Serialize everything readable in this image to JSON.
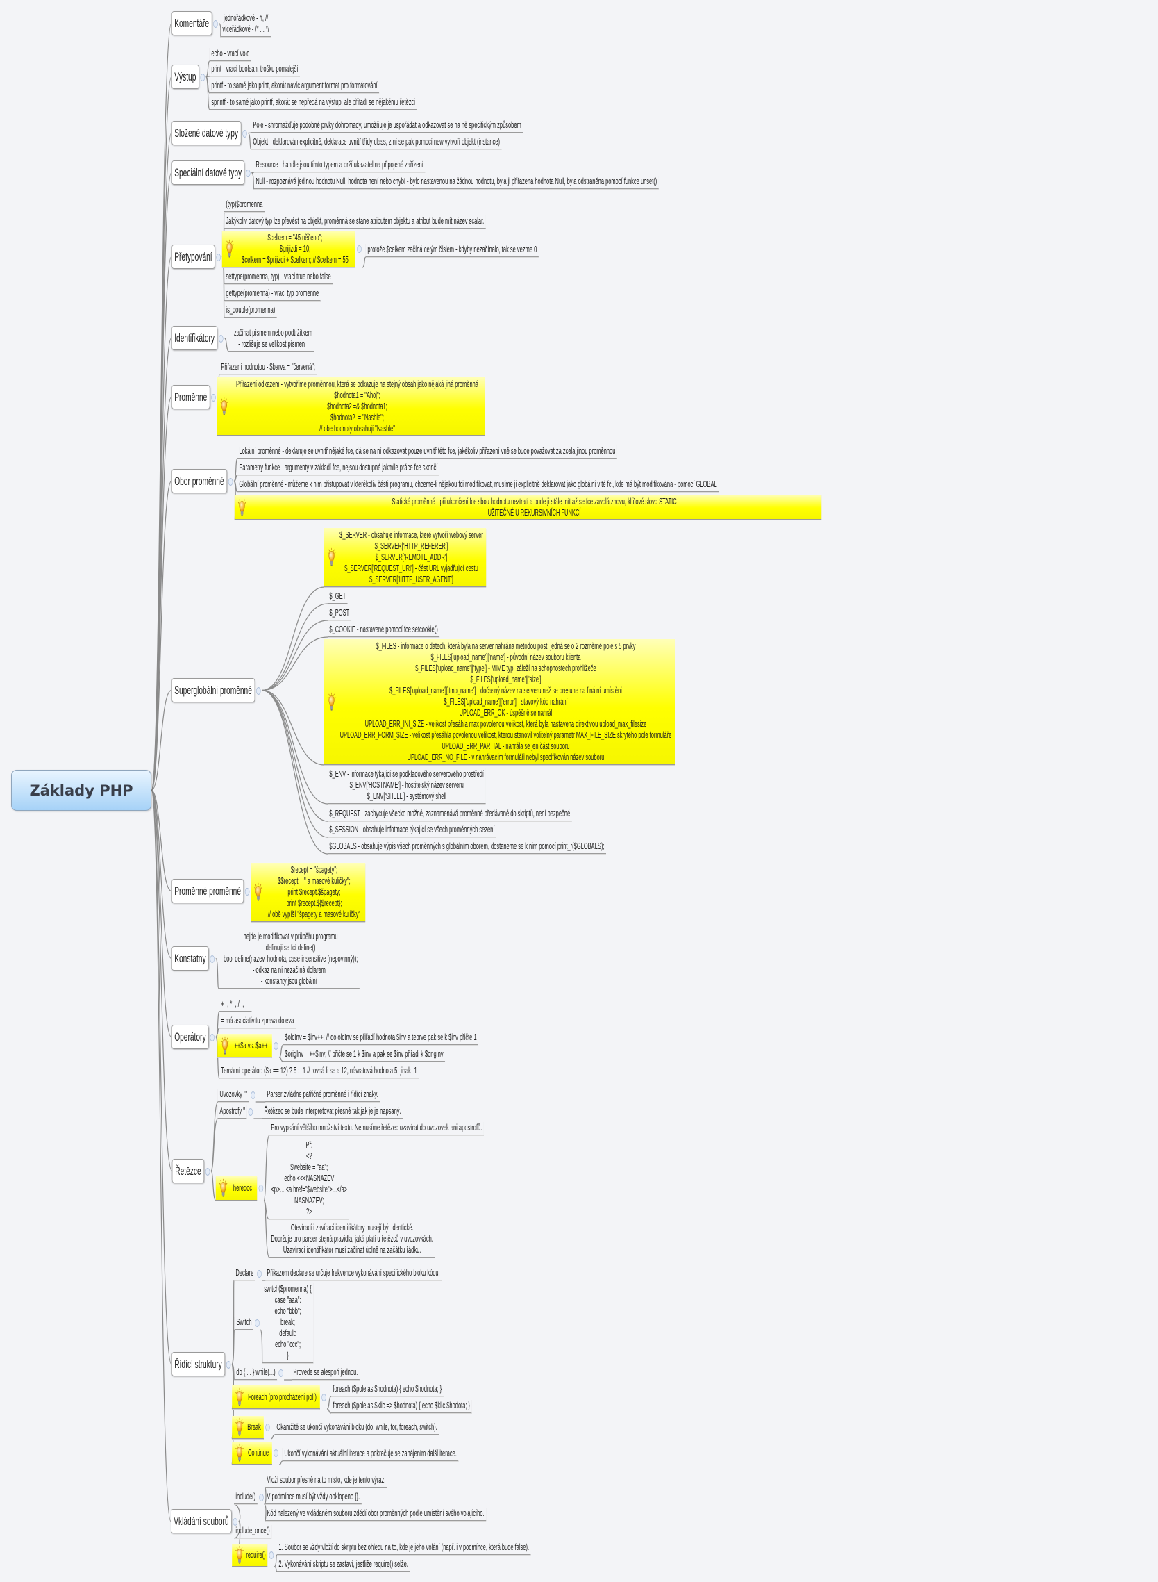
{
  "root": {
    "title": "Základy PHP"
  },
  "colors": {
    "background": "#f3f4f7",
    "note_yellow": "#ffff00",
    "root_blue": "#a6d2f7",
    "connector": "#8a8a8a"
  },
  "topics": [
    {
      "label": "Komentáře",
      "items": [
        "jednořádkové - #, //\nvíceřádkové - /* ... */"
      ]
    },
    {
      "label": "Výstup",
      "items": [
        "echo - vrací void",
        "print - vrací boolean, trošku pomalejší",
        "printf - to samé jako print, akorát navíc argument format pro formátování",
        "sprintf - to samé jako printf, akorát se nepředá na výstup, ale přiřadí se nějakému řetězci"
      ]
    },
    {
      "label": "Složené datové typy",
      "items": [
        "Pole - shromažďuje podobné prvky dohromady, umožňuje je uspořádat a odkazovat se na ně specifickým způsobem",
        "Objekt - deklarován explicitně, deklarace uvnitř třídy class, z ní se pak pomocí new vytvoří objekt (instance)"
      ]
    },
    {
      "label": "Speciální datové typy",
      "items": [
        "Resource - handle jsou tímto typem a drží ukazatel na připojené zařízení",
        "Null - rozpoznává jedinou hodnotu Null, hodnota není nebo chybí - bylo nastavenou na žádnou hodnotu, byla ji přiřazena hodnota Null, byla odstraněna pomocí funkce unset()"
      ]
    },
    {
      "label": "Přetypování",
      "items": [
        "(typ)$promenna",
        "Jakýkoliv datový typ lze převést na objekt, proměnná se stane atributem objektu a atribut bude mít název scalar.",
        "settype(promenna, typ) - vraci true nebo false",
        "gettype(promenna) - vraci typ promenne",
        "is_double(promenna)"
      ],
      "note": {
        "text": "$celkem = \"45 něčeno\";\n$prijizdi = 10;\n$celkem = $prijizdi + $celkem; // $celkem = 55",
        "children": [
          "protože $celkem začíná celým číslem - kdyby nezačínalo, tak se vezme 0"
        ]
      }
    },
    {
      "label": "Identifikátory",
      "items": [
        "- začínat písmem nebo podtržítkem\n- rozlišuje se velikost písmen"
      ]
    },
    {
      "label": "Proměnné",
      "items": [
        "Přiřazení hodnotou - $barva = \"červená\";"
      ],
      "note": {
        "text": "Přiřazení odkazem - vytvoříme proměnnou, která se odkazuje na stejný obsah jako nějaká jiná proměnná\n$hodnota1 = \"Ahoj\";\n$hodnota2 =& $hodnota1;\n$hodnota2  = \"Nashle\";\n// obe hodnoty obsahují \"Nashle\""
      }
    },
    {
      "label": "Obor proměnné",
      "items": [
        "Lokální proměnné - deklaruje se uvnitř nějaké fce, dá se na ní odkazovat pouze uvnitř této fce, jakékoliv přiřazení vně se bude považovat za zcela jinou proměnnou",
        "Parametry funkce - argumenty v základí fce, nejsou dostupné jakmile práce fce skončí",
        "Globální proměnné - můžeme k nim přistupovat v kterékoliv části programu, chceme-li nějakou fci modifikovat, musíme ji explicitně deklarovat jako globální v té fci, kde má být modifikována - pomocí GLOBAL"
      ],
      "note": {
        "text": "Statické proměnné - při ukončení fce sbou hodnotu neztratí a bude ji stále mít až se fce zavolá znovu, klíčové slovo STATIC\nUŽITEČNÉ U REKURSIVNÍCH FUNKCÍ"
      }
    },
    {
      "label": "Superglobální proměnné",
      "server_note": "$_SERVER - obsahuje informace, které vytvoří webový server\n$_SERVER['HTTP_REFERER']\n$_SERVER['REMOTE_ADDR']\n$_SERVER['REQUEST_URI'] - část URL vyjadřující cestu\n$_SERVER['HTTP_USER_AGENT']",
      "files_note": "$_FILES - informace o datech, která byla na server nahrána metodou post, jedná se o 2 rozměrné pole s 5 prvky\n$_FILES['upload_name']['name'] - původní název souboru klienta\n$_FILES['upload_name']['type'] - MIME typ, záleží na schopnostech prohlížeče\n$_FILES['upload_name']['size']\n$_FILES['upload_name']['tmp_name'] - dočasný název na serveru než se presune na finální umístěni\n$_FILES['upload_name']['error'] - stavový kód nahrání\nUPLOAD_ERR_OK - úspěšně se nahrál\nUPLOAD_ERR_INI_SIZE - velikost přesáhla max povolenou velikost, která byla nastavena direktivou upload_max_filesize\nUPLOAD_ERR_FORM_SIZE - velikost přesáhla povolenou velikost, kterou stanovil volitelný parametr MAX_FILE_SIZE skrytého pole formuláře\nUPLOAD_ERR_PARTIAL - nahrála se jen část souboru\nUPLOAD_ERR_NO_FILE - v nahrávacím formuláři nebyl specifikován název souboru",
      "items": [
        "$_GET",
        "$_POST",
        "$_COOKIE - nastavené pomocí fce setcookie()",
        "$_ENV - informace týkající se podkladového serverového prostředí\n$_ENV['HOSTNAME'] - hostitelský název serveru\n$_ENV['SHELL'] - systémový shell",
        "$_REQUEST - zachycuje všecko možné, zaznamenává proměnné předávané do skriptů, není bezpečné",
        "$_SESSION - obsahuje infotmace týkající se všech proměnných sezení",
        "$GLOBALS - obsahuje výpis všech proměnných s globálním oborem, dostaneme se k nim pomocí print_r($GLOBALS);"
      ]
    },
    {
      "label": "Proměnné proměnné",
      "note": {
        "text": "$recept = \"špagety\";\n$$recept = \" a masové kuličky\";\nprint $recept.$špagety;\nprint $recept.${$recept};\n// obě vypíší \"špagety a masové kuličky\""
      }
    },
    {
      "label": "Konstatny",
      "items": [
        "- nejde je modifikovat v průběhu programu\n- definují se fcí define()\n- bool define(nazev, hodnota, case-insensitive (nepovinný));\n- odkaz na ní nezačíná dolarem\n- konstanty jsou globální"
      ]
    },
    {
      "label": "Operátory",
      "items": [
        "+=, *=, /=, .=",
        "= má asociativitu zprava doleva",
        "Ternární operátor: ($a == 12) ? 5 : -1 // rovná-li se a 12, návratová hodnota 5, jinak -1"
      ],
      "note": {
        "label": "++$a vs. $a++",
        "children": [
          "$oldInv = $inv++; // do oldInv se přiřadí hodnota $inv a teprve pak se k $inv přičte 1",
          "$origInv = ++$inv; // přičte se 1 k $inv a pak se $inv přiřadi k $origInv"
        ]
      }
    },
    {
      "label": "Řetězce",
      "subnodes": [
        {
          "label": "Uvozovky \"\"",
          "children": [
            "Parser zvládne patřičné proměnné i řídící znaky."
          ]
        },
        {
          "label": "Apostrofy ''",
          "children": [
            "Řetězec se bude interpretovat přesně tak jak je je napsaný."
          ]
        }
      ],
      "note": {
        "label": "heredoc",
        "children": [
          "Pro vypsání většího množství textu. Nemusíme řetězec uzavírat do uvozovek ani apostrofů.",
          "Př:\n<?\n$website = \"aa\";\necho <<<NASNAZEV\n<p>....<a href=\"$website\">...</a>\nNASNAZEV;\n?>",
          "Otevírací i zavírací identifikátory musejí být identické.\nDodržuje pro parser stejná pravidla, jaká platí u řetězců v uvozovkách.\nUzavírací identifikátor musí začínat úplně na začátku řádku."
        ]
      }
    },
    {
      "label": "Řídící struktury",
      "subnodes": [
        {
          "label": "Declare",
          "children": [
            "Příkazem declare se určuje frekvence vykonávání specifického bloku kódu."
          ]
        },
        {
          "label": "Switch",
          "children": [
            "switch($promenna) {\ncase \"aaa\":\necho \"bbb\";\nbreak;\ndefault:\necho \"ccc\";\n}"
          ]
        },
        {
          "label": "do { ... } while(...)",
          "children": [
            "Provede se alespoň jednou."
          ]
        }
      ],
      "notes": [
        {
          "label": "Foreach (pro procházení polí)",
          "children": [
            "foreach ($pole as $hodnota) { echo $hodnota; }",
            "foreach ($pole as $klic => $hodnota) { echo $klic.$hodota; }"
          ]
        },
        {
          "label": "Break",
          "children": [
            "Okamžitě se ukončí vykonávání bloku (do, while, for, foreach, switch)."
          ]
        },
        {
          "label": "Continue",
          "children": [
            "Ukončí vykonávání aktuální iterace a pokračuje se zahájením další iterace."
          ]
        }
      ]
    },
    {
      "label": "Vkládání souborů",
      "subnodes": [
        {
          "label": "include()",
          "children": [
            "Vloží soubor přesně na to místo, kde je tento výraz.",
            "V podmínce musí být vždy obklopeno {}.",
            "Kód nalezený ve vkládaném souboru zdědí obor proměnných podle umístění svého volajícího."
          ]
        },
        {
          "label": "include_once()",
          "children": []
        }
      ],
      "notes": [
        {
          "label": "require()",
          "children": [
            "1. Soubor se vždy vloží do skriptu bez ohledu na to, kde je jeho volání (např. i v podmínce, která bude false).",
            "2. Vykonávání skriptu se zastaví, jestliže require() selže."
          ]
        }
      ]
    }
  ]
}
